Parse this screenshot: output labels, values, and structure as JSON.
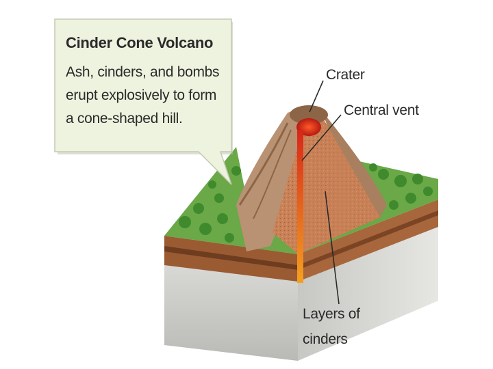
{
  "callout": {
    "title": "Cinder Cone Volcano",
    "lines": [
      "Ash, cinders, and bombs",
      "erupt explosively to form",
      "a cone-shaped hill."
    ]
  },
  "labels": {
    "crater": "Crater",
    "central_vent": "Central vent",
    "layers_line1": "Layers of",
    "layers_line2": "cinders"
  },
  "colors": {
    "callout_fill": "#eef3df",
    "grass": "#5aa03c",
    "cinder": "#c47a52",
    "soil": "#8a5230",
    "rock": "#cfcfcf",
    "lava": "#e8401a"
  }
}
